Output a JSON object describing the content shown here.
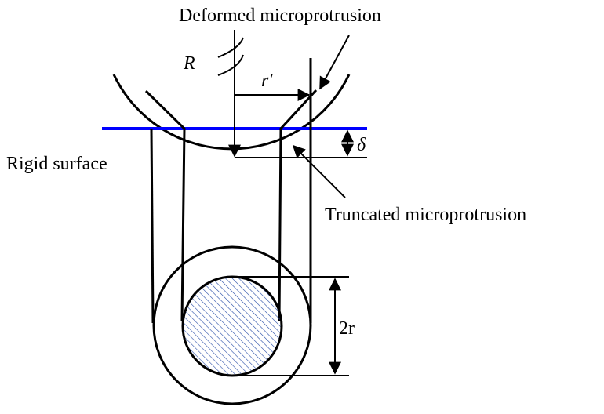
{
  "labels": {
    "deformed": "Deformed microprotrusion",
    "truncated": "Truncated microprotrusion",
    "rigid_surface": "Rigid surface",
    "radius_R": "R",
    "radius_r_prime": "r′",
    "delta": "δ",
    "diameter": "2r"
  },
  "colors": {
    "rigid_surface": "#0000ff",
    "hatch": "#2a4fa8"
  }
}
